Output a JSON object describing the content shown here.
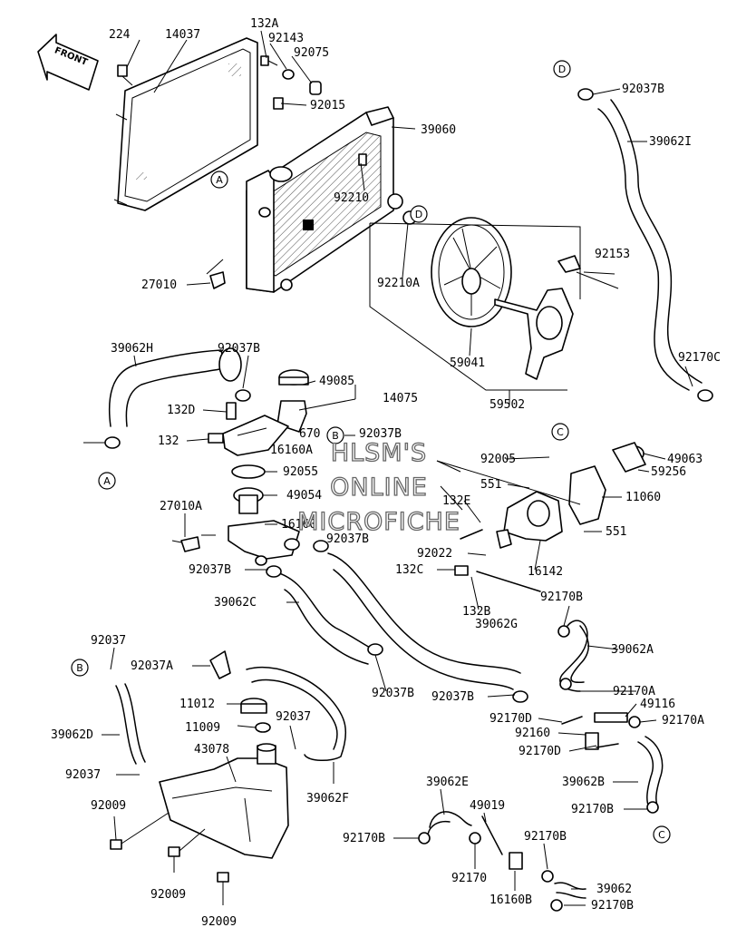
{
  "direction_label": "FRONT",
  "watermark": [
    "HLSM'S",
    "ONLINE",
    "MICROFICHE"
  ],
  "refs": [
    "A",
    "A",
    "B",
    "B",
    "C",
    "C",
    "D",
    "D"
  ],
  "labels": [
    "224",
    "14037",
    "132A",
    "92143",
    "92075",
    "92015",
    "39060",
    "92210",
    "27010",
    "92210A",
    "92153",
    "59041",
    "59502",
    "39062H",
    "92037B",
    "49085",
    "14075",
    "132D",
    "670",
    "132",
    "16160A",
    "92037B",
    "92055",
    "49054",
    "27010A",
    "16160",
    "92037B",
    "92037B",
    "39062C",
    "92037B",
    "92037B",
    "92037",
    "92037A",
    "11012",
    "11009",
    "92037",
    "43078",
    "39062D",
    "92037",
    "39062F",
    "92009",
    "92009",
    "92009",
    "39062I",
    "92037B",
    "92170C",
    "92005",
    "49063",
    "59256",
    "551",
    "11060",
    "132E",
    "551",
    "92022",
    "16142",
    "132C",
    "132B",
    "92170B",
    "39062G",
    "39062A",
    "92170A",
    "49116",
    "92170D",
    "92170A",
    "92160",
    "92170D",
    "39062B",
    "92170B",
    "39062E",
    "49019",
    "92170B",
    "92170B",
    "92170",
    "16160B",
    "39062",
    "92170B"
  ],
  "colors": {
    "line": "#000000",
    "background": "#ffffff",
    "watermark_outline": "#666666"
  }
}
